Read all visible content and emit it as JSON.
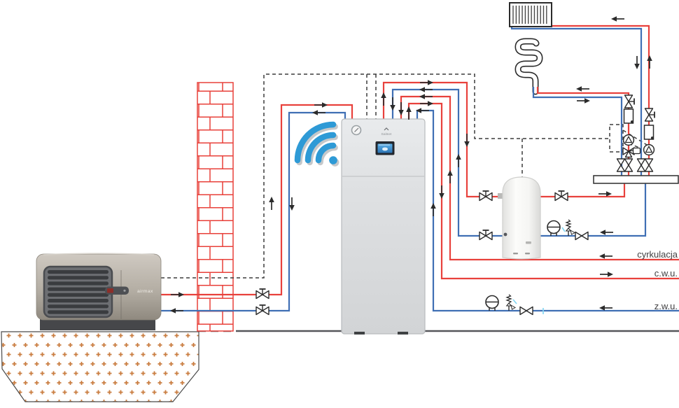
{
  "diagram": {
    "title": "heat-pump-installation-schematic",
    "labels": {
      "circulation": "cyrkulacja",
      "hot_water": "c.w.u.",
      "cold_water": "z.w.u."
    },
    "outdoor_unit_brand": "airmax",
    "indoor_unit_brand": "Galmet",
    "colors": {
      "supply_pipe_red": "#e8413c",
      "return_pipe_blue": "#3f6fb4",
      "brick_red": "#e8403a",
      "gravel_plus_orange": "#c97c3f",
      "wifi_blue": "#2e9ad6",
      "symbol_black": "#2b2b2b",
      "ground_gray": "#55565a",
      "light_blue_drain": "#86d7f3"
    }
  }
}
